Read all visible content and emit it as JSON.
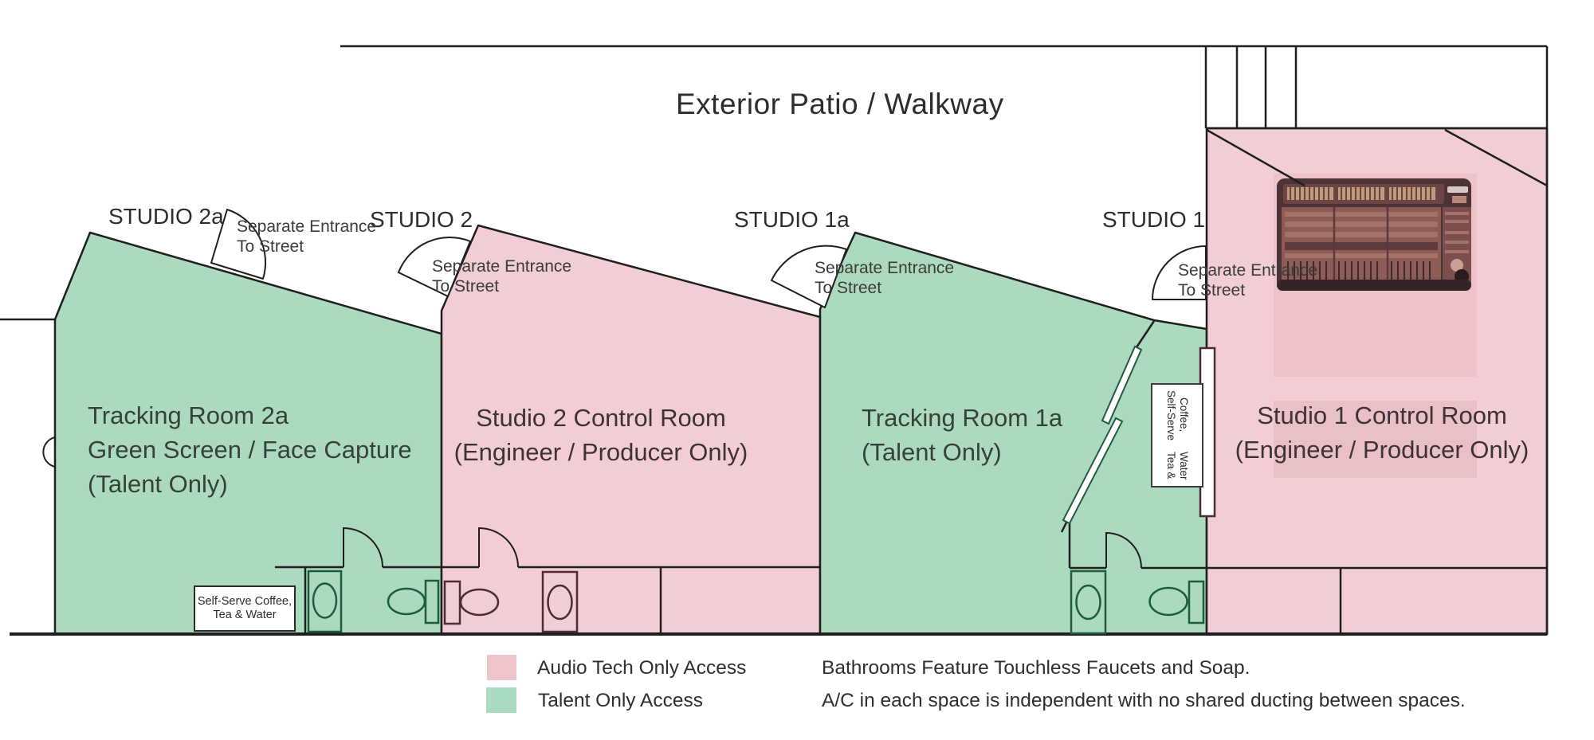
{
  "patio": {
    "title": "Exterior Patio / Walkway"
  },
  "studios": {
    "s2a": {
      "label": "STUDIO 2a"
    },
    "s2": {
      "label": "STUDIO 2"
    },
    "s1a": {
      "label": "STUDIO 1a"
    },
    "s1": {
      "label": "STUDIO 1"
    }
  },
  "entrance": {
    "line1": "Separate Entrance",
    "line2": "To Street"
  },
  "rooms": {
    "tracking_2a": {
      "line1": "Tracking Room 2a",
      "line2": "Green Screen / Face Capture",
      "line3": "(Talent Only)",
      "access": "Talent Only Access"
    },
    "control_2": {
      "line1": "Studio 2 Control Room",
      "line2": "(Engineer / Producer Only)",
      "access": "Audio Tech Only Access"
    },
    "tracking_1a": {
      "line1": "Tracking Room 1a",
      "line2": "(Talent Only)",
      "access": "Talent Only Access"
    },
    "control_1": {
      "line1": "Studio 1 Control Room",
      "line2": "(Engineer / Producer Only)",
      "access": "Audio Tech Only Access"
    }
  },
  "amenities": {
    "coffee_line1": "Self-Serve Coffee,",
    "coffee_line2": "Tea & Water"
  },
  "legend": {
    "audio_tech": {
      "label": "Audio Tech Only Access",
      "color": "#efc3ca"
    },
    "talent": {
      "label": "Talent Only Access",
      "color": "#a9dcc1"
    }
  },
  "notes": {
    "bathrooms": "Bathrooms Feature Touchless Faucets and Soap.",
    "ac": "A/C in each space is independent with no shared ducting between spaces."
  },
  "colors": {
    "wall": "#1f1f1f",
    "green_room": "#abdabf",
    "pink_room": "#f2ced4",
    "pink_overlay": "#edc3c9",
    "green_fixture_line": "#1e5c40",
    "pink_fixture_line": "#4f2b33",
    "console_body": "#4d3236",
    "console_surface": "#8d5c57"
  }
}
